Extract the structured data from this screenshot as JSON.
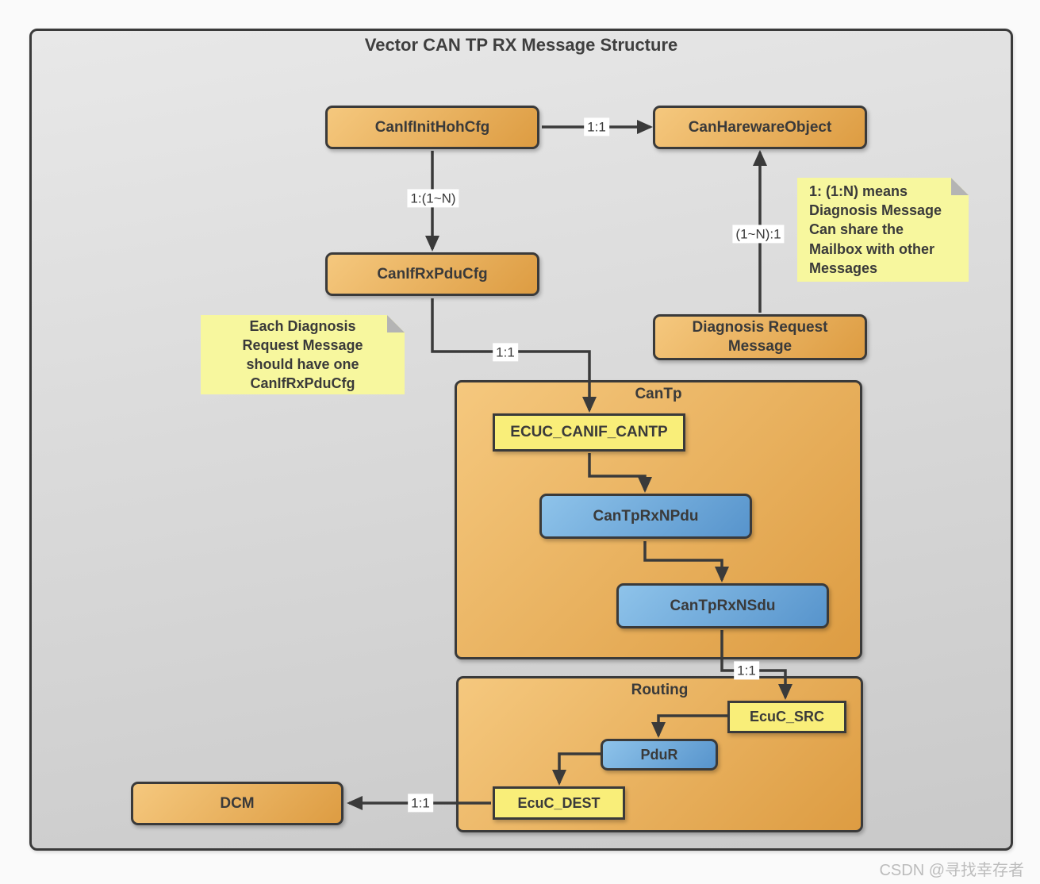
{
  "diagram": {
    "title": "Vector CAN TP RX Message Structure",
    "watermark": "CSDN @寻找幸存者",
    "groups": {
      "cantp": {
        "label": "CanTp"
      },
      "routing": {
        "label": "Routing"
      }
    },
    "nodes": {
      "canIfInitHohCfg": {
        "label": "CanIfInitHohCfg",
        "type": "orange"
      },
      "canHarewareObject": {
        "label": "CanHarewareObject",
        "type": "orange"
      },
      "canIfRxPduCfg": {
        "label": "CanIfRxPduCfg",
        "type": "orange"
      },
      "diagnosisRequestMessage": {
        "label": "Diagnosis Request\nMessage",
        "type": "orange"
      },
      "ecucCanifCantp": {
        "label": "ECUC_CANIF_CANTP",
        "type": "yellow"
      },
      "canTpRxNPdu": {
        "label": "CanTpRxNPdu",
        "type": "blue"
      },
      "canTpRxNSdu": {
        "label": "CanTpRxNSdu",
        "type": "blue"
      },
      "ecucSrc": {
        "label": "EcuC_SRC",
        "type": "yellow"
      },
      "pduR": {
        "label": "PduR",
        "type": "blue"
      },
      "ecucDest": {
        "label": "EcuC_DEST",
        "type": "yellow"
      },
      "dcm": {
        "label": "DCM",
        "type": "orange"
      }
    },
    "edge_labels": {
      "hoh_to_hw": "1:1",
      "hoh_to_rxpdu": "1:(1~N)",
      "diag_to_hw": "(1~N):1",
      "rxpdu_to_cantp": "1:1",
      "nsdu_to_src": "1:1",
      "dest_to_dcm": "1:1"
    },
    "notes": {
      "left": "Each Diagnosis\nRequest Message\nshould have one\nCanIfRxPduCfg",
      "right": "1: (1:N) means\nDiagnosis Message\nCan share the\nMailbox with other\nMessages"
    },
    "colors": {
      "orange_light": "#f5c87e",
      "orange_dark": "#dd9c42",
      "blue_light": "#8ec3ea",
      "blue_dark": "#5794cc",
      "yellow": "#f9ee79",
      "note_yellow": "#f7f79e",
      "stroke": "#3a3a3a"
    }
  }
}
